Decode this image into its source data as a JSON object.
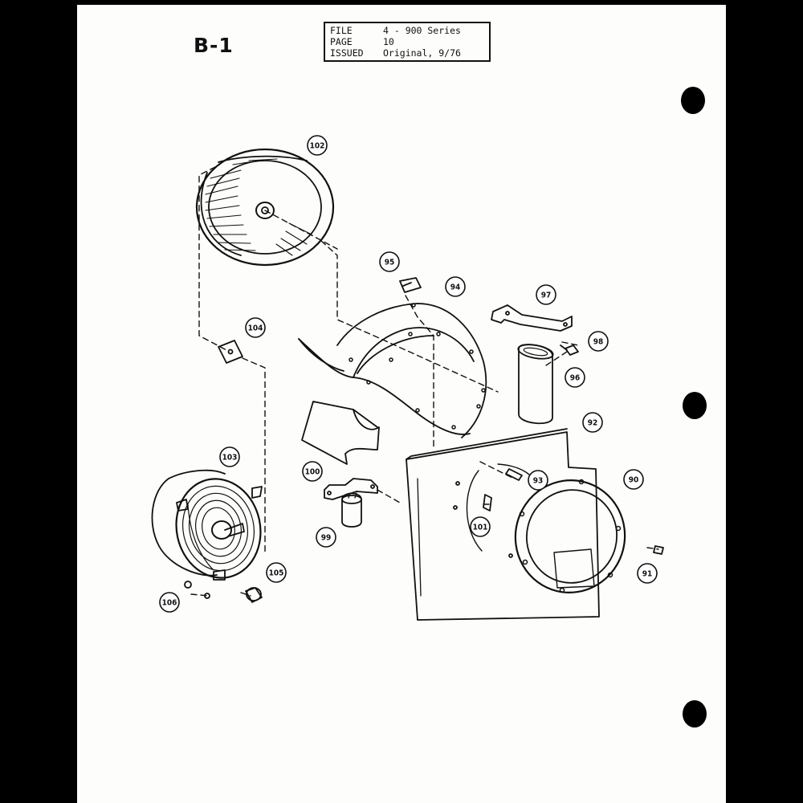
{
  "sheet": {
    "label": "B-1",
    "info": [
      {
        "key": "FILE",
        "value": "4 - 900 Series"
      },
      {
        "key": "PAGE",
        "value": "10"
      },
      {
        "key": "ISSUED",
        "value": "Original, 9/76"
      }
    ]
  },
  "callouts": [
    {
      "id": "c102",
      "label": "102"
    },
    {
      "id": "c95",
      "label": "95"
    },
    {
      "id": "c94",
      "label": "94"
    },
    {
      "id": "c97",
      "label": "97"
    },
    {
      "id": "c98",
      "label": "98"
    },
    {
      "id": "c104",
      "label": "104"
    },
    {
      "id": "c96",
      "label": "96"
    },
    {
      "id": "c92",
      "label": "92"
    },
    {
      "id": "c103",
      "label": "103"
    },
    {
      "id": "c100",
      "label": "100"
    },
    {
      "id": "c93",
      "label": "93"
    },
    {
      "id": "c90",
      "label": "90"
    },
    {
      "id": "c101",
      "label": "101"
    },
    {
      "id": "c99",
      "label": "99"
    },
    {
      "id": "c105",
      "label": "105"
    },
    {
      "id": "c106",
      "label": "106"
    },
    {
      "id": "c91",
      "label": "91"
    }
  ],
  "colors": {
    "ink": "#111111",
    "paper": "#fdfdfb",
    "background": "#000000"
  }
}
